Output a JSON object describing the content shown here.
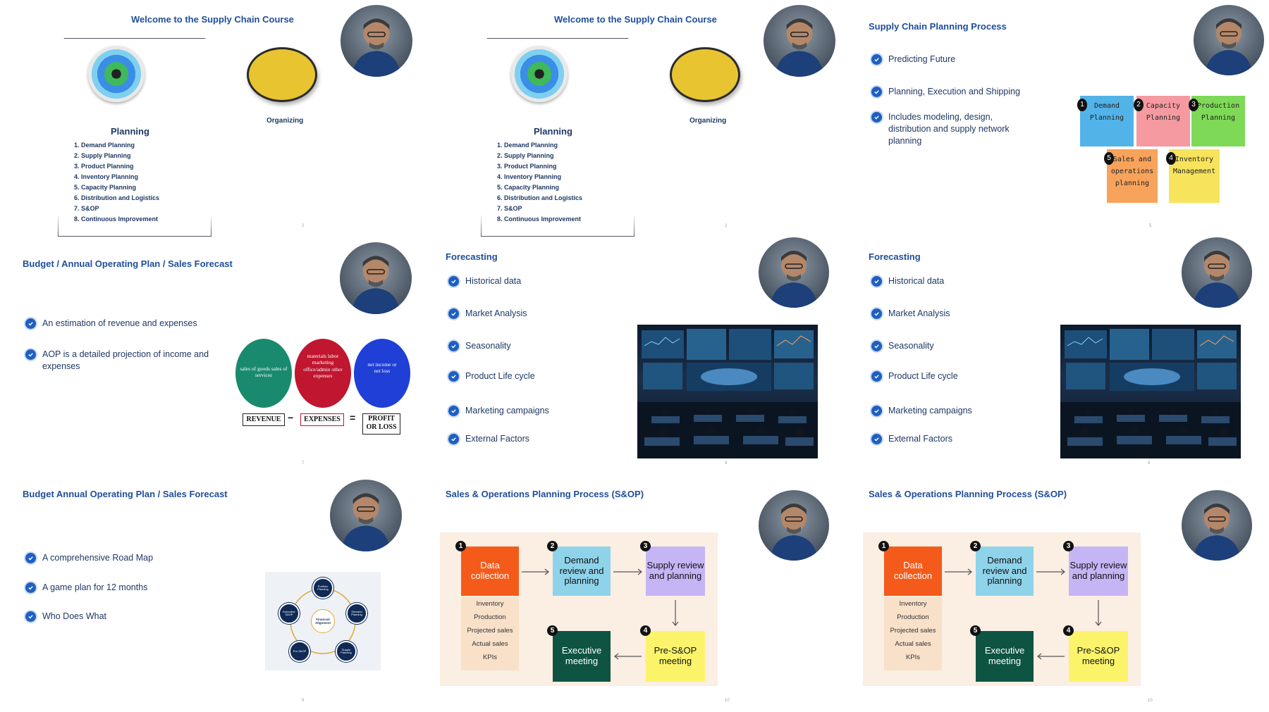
{
  "slides": {
    "s1": {
      "title": "Welcome to the Supply Chain Course",
      "planning_heading": "Planning",
      "organizing_label": "Organizing",
      "num": "2",
      "items": [
        "1. Demand Planning",
        "2. Supply Planning",
        "3. Product Planning",
        "4. Inventory Planning",
        "5. Capacity Planning",
        "6. Distribution and Logistics",
        "7. S&OP",
        "8. Continuous Improvement"
      ]
    },
    "s2": {
      "title": "Welcome to the Supply Chain Course",
      "planning_heading": "Planning",
      "organizing_label": "Organizing",
      "num": "2",
      "items": [
        "1. Demand Planning",
        "2. Supply Planning",
        "3. Product Planning",
        "4. Inventory Planning",
        "5. Capacity Planning",
        "6. Distribution and Logistics",
        "7. S&OP",
        "8. Continuous Improvement"
      ]
    },
    "s3": {
      "title": "Supply Chain Planning Process",
      "num": "5",
      "bullets": [
        "Predicting Future",
        "Planning, Execution and Shipping",
        "Includes modeling, design, distribution and supply network planning"
      ],
      "notes": [
        {
          "n": "1",
          "text": "Demand Planning",
          "color": "#52b3e8"
        },
        {
          "n": "2",
          "text": "Capacity Planning",
          "color": "#f49aa0"
        },
        {
          "n": "3",
          "text": "Production Planning",
          "color": "#7ed957"
        },
        {
          "n": "5",
          "text": "Sales and operations planning",
          "color": "#f7a35c"
        },
        {
          "n": "4",
          "text": "Inventory Management",
          "color": "#f7e35c"
        }
      ]
    },
    "s4": {
      "title": "Budget / Annual Operating Plan / Sales Forecast",
      "num": "7",
      "bullets": [
        "An estimation of revenue and expenses",
        "AOP is a detailed projection of income and expenses"
      ],
      "revenue_oval": "sales of goods sales of services",
      "expenses_oval": "materials labor marketing office/admin other expenses",
      "net_oval": "net income or net loss",
      "revenue_label": "REVENUE",
      "expenses_label": "EXPENSES",
      "profit_label": "PROFIT OR LOSS",
      "minus": "−",
      "equals": "="
    },
    "s5": {
      "title": "Forecasting",
      "num": "9",
      "bullets": [
        "Historical data",
        "Market Analysis",
        "Seasonality",
        "Product Life cycle",
        "Marketing campaigns",
        "External Factors"
      ]
    },
    "s6": {
      "title": "Forecasting",
      "num": "8",
      "bullets": [
        "Historical data",
        "Market Analysis",
        "Seasonality",
        "Product Life cycle",
        "Marketing campaigns",
        "External Factors"
      ]
    },
    "s7": {
      "title": "Budget  Annual Operating Plan / Sales Forecast",
      "num": "9",
      "bullets": [
        "A comprehensive Road Map",
        "A game plan for 12 months",
        "Who Does What"
      ],
      "cycle_center": "Financial Alignment",
      "cycle_nodes": [
        "Portfolio Planning",
        "Demand Planning",
        "Supply Planning",
        "Pre-S&OP",
        "Executive S&OP"
      ]
    },
    "s8": {
      "title": "Sales & Operations Planning Process (S&OP)",
      "num": "10",
      "steps": [
        "Data collection",
        "Demand review and planning",
        "Supply review and planning",
        "Pre-S&OP meeting",
        "Executive meeting"
      ],
      "step_nums": [
        "1",
        "2",
        "3",
        "4",
        "5"
      ],
      "data_items": [
        "Inventory",
        "Production",
        "Projected sales",
        "Actual sales",
        "KPIs"
      ]
    },
    "s9": {
      "title": "Sales & Operations Planning Process (S&OP)",
      "num": "10",
      "steps": [
        "Data collection",
        "Demand review and planning",
        "Supply review and planning",
        "Pre-S&OP meeting",
        "Executive meeting"
      ],
      "step_nums": [
        "1",
        "2",
        "3",
        "4",
        "5"
      ],
      "data_items": [
        "Inventory",
        "Production",
        "Projected sales",
        "Actual sales",
        "KPIs"
      ]
    }
  },
  "colors": {
    "title": "#1f4e9a",
    "check": "#1f5fbf",
    "revenue": "#1a8a6e",
    "expenses": "#c0162f",
    "net": "#1f3fd6",
    "step1": "#f45b1a",
    "step2": "#8fd3ea",
    "step3": "#c6b5f5",
    "step4": "#fbf46b",
    "step5": "#0f5443"
  },
  "icons": {
    "check": "check-circle-icon",
    "avatar": "presenter-avatar",
    "organizing": "organizing-icon"
  }
}
